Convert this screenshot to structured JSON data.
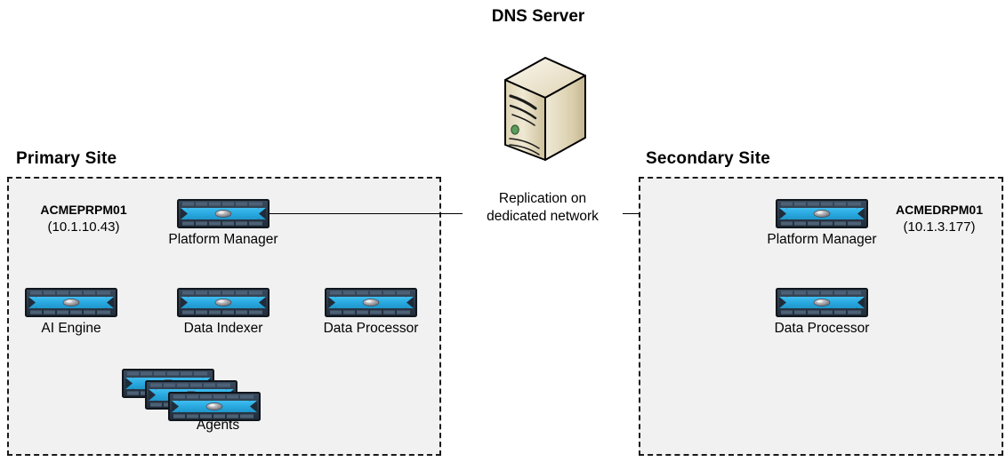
{
  "diagram": {
    "title": "DNS Server",
    "background_color": "#ffffff",
    "site_fill_color": "#f1f1f1",
    "site_border_color": "#1a1a1a",
    "device_accent_color": "#29abe2",
    "device_frame_color": "#2b3a4a"
  },
  "dns_server": {
    "label": "DNS Server",
    "icon": "server-tower-icon"
  },
  "primary_site": {
    "title": "Primary Site",
    "host": {
      "name": "ACMEPRPM01",
      "ip": "(10.1.10.43)"
    },
    "nodes": [
      {
        "label": "Platform Manager",
        "icon": "network-appliance-icon"
      },
      {
        "label": "AI Engine",
        "icon": "network-appliance-icon"
      },
      {
        "label": "Data Indexer",
        "icon": "network-appliance-icon"
      },
      {
        "label": "Data Processor",
        "icon": "network-appliance-icon"
      },
      {
        "label": "Agents",
        "icon": "network-appliance-stack-icon"
      }
    ]
  },
  "secondary_site": {
    "title": "Secondary Site",
    "host": {
      "name": "ACMEDRPM01",
      "ip": "(10.1.3.177)"
    },
    "nodes": [
      {
        "label": "Platform Manager",
        "icon": "network-appliance-icon"
      },
      {
        "label": "Data Processor",
        "icon": "network-appliance-icon"
      }
    ]
  },
  "connection": {
    "caption_line1": "Replication on",
    "caption_line2": "dedicated network",
    "direction": "primary-to-secondary"
  }
}
